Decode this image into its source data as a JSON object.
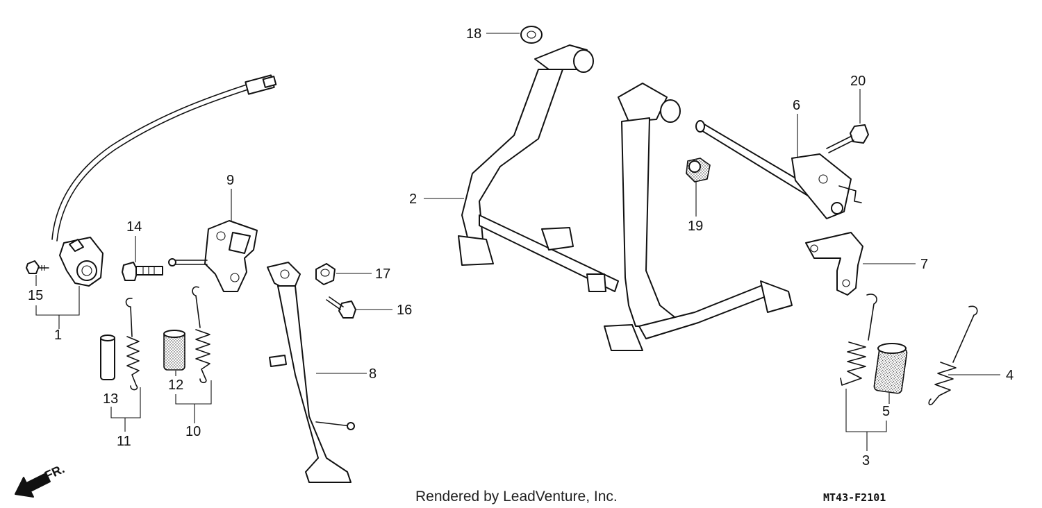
{
  "callouts": [
    {
      "id": "c1",
      "label": "1"
    },
    {
      "id": "c2",
      "label": "2"
    },
    {
      "id": "c3",
      "label": "3"
    },
    {
      "id": "c4",
      "label": "4"
    },
    {
      "id": "c5",
      "label": "5"
    },
    {
      "id": "c6",
      "label": "6"
    },
    {
      "id": "c7",
      "label": "7"
    },
    {
      "id": "c8",
      "label": "8"
    },
    {
      "id": "c9",
      "label": "9"
    },
    {
      "id": "c10",
      "label": "10"
    },
    {
      "id": "c11",
      "label": "11"
    },
    {
      "id": "c12",
      "label": "12"
    },
    {
      "id": "c13",
      "label": "13"
    },
    {
      "id": "c14",
      "label": "14"
    },
    {
      "id": "c15",
      "label": "15"
    },
    {
      "id": "c16",
      "label": "16"
    },
    {
      "id": "c17",
      "label": "17"
    },
    {
      "id": "c18",
      "label": "18"
    },
    {
      "id": "c19",
      "label": "19"
    },
    {
      "id": "c20",
      "label": "20"
    }
  ],
  "direction_label": "FR.",
  "credit": "Rendered by LeadVenture, Inc.",
  "diagram_code": "MT43-F2101"
}
